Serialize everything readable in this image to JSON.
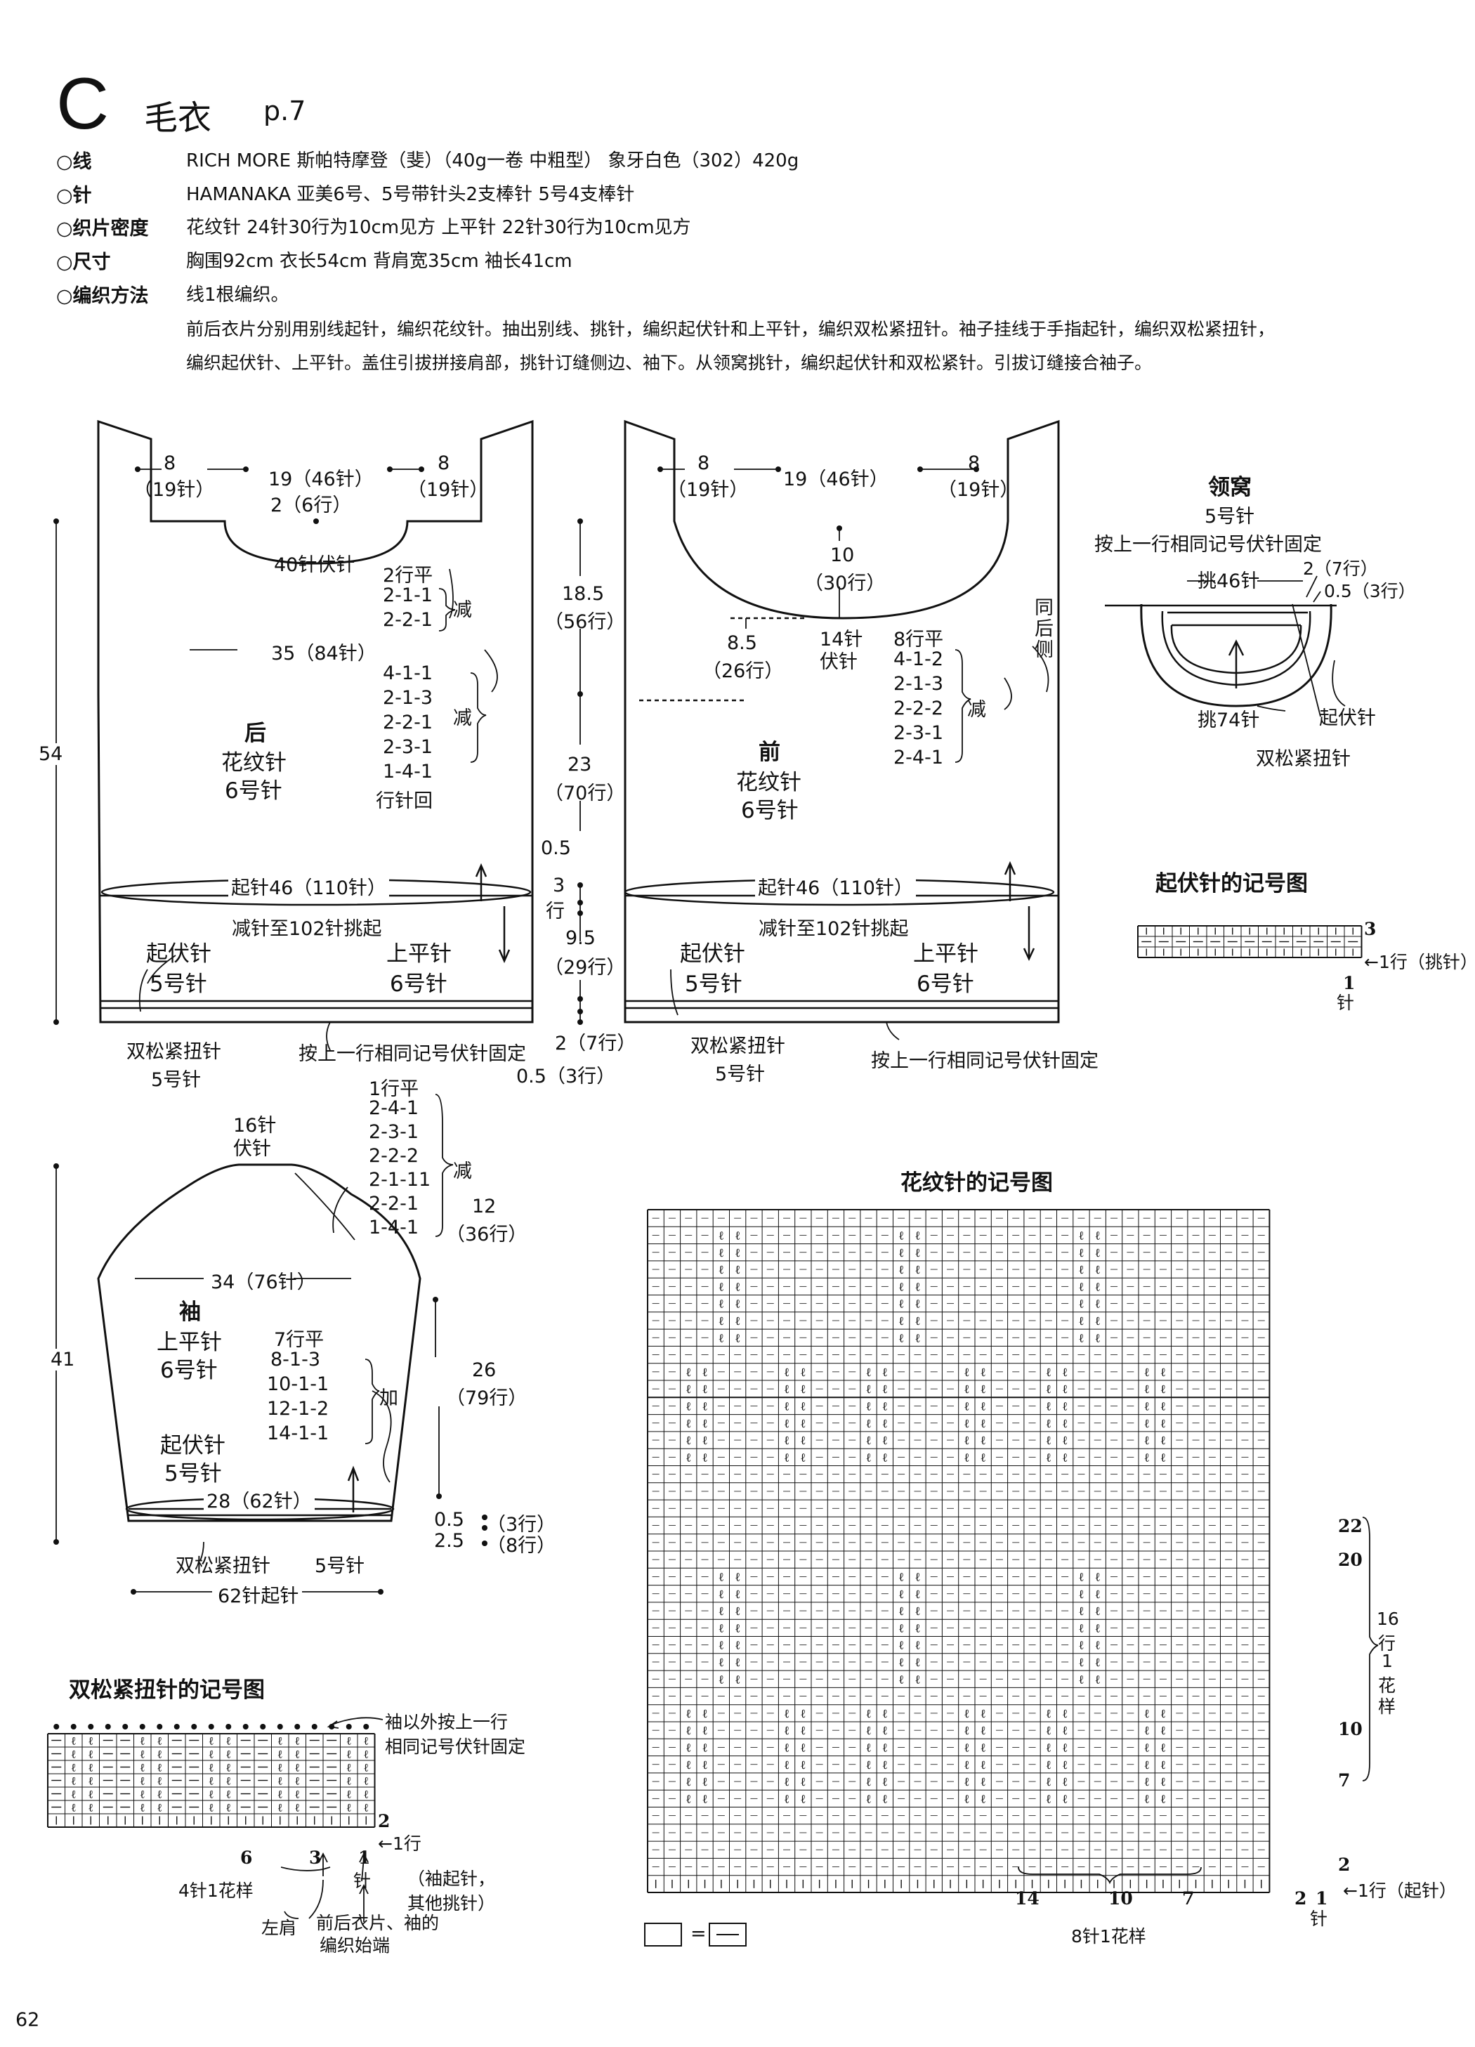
{
  "header": {
    "letter": "C",
    "title": "毛衣",
    "page_ref": "p.7"
  },
  "specs": [
    {
      "label": "○线",
      "value": "RICH MORE 斯帕特摩登（斐）（40g一卷 中粗型） 象牙白色（302）420g"
    },
    {
      "label": "○针",
      "value": "HAMANAKA 亚美6号、5号带针头2支棒针 5号4支棒针"
    },
    {
      "label": "○织片密度",
      "value": "花纹针 24针30行为10cm见方 上平针 22针30行为10cm见方"
    },
    {
      "label": "○尺寸",
      "value": "胸围92cm 衣长54cm 背肩宽35cm 袖长41cm"
    },
    {
      "label": "○编织方法",
      "value": "线1根编织。"
    }
  ],
  "method_lines": [
    "前后衣片分别用别线起针，编织花纹针。抽出别线、挑针，编织起伏针和上平针，编织双松紧扭针。袖子挂线于手指起针，编织双松紧扭针，",
    "编织起伏针、上平针。盖住引拔拼接肩部，挑针订缝侧边、袖下。从领窝挑针，编织起伏针和双松紧针。引拔订缝接合袖子。"
  ],
  "back": {
    "top_left_a": "8",
    "top_left_b": "（19针）",
    "top_mid_a": "19（46针）",
    "top_mid_b": "2（6行）",
    "top_right_a": "8",
    "top_right_b": "（19针）",
    "neck_bind": "40针伏针",
    "neck_dec": [
      "2行平",
      "2-1-1",
      "2-2-1"
    ],
    "neck_dec_word": "减",
    "width": "35（84针）",
    "arm_dec": [
      "4-1-1",
      "2-1-3",
      "2-2-1",
      "2-3-1",
      "1-4-1",
      "行针回"
    ],
    "arm_dec_word": "减",
    "name": "后",
    "stitch": "花纹针",
    "needle": "6号针",
    "height": "54",
    "cast_on": "起针46（110针）",
    "reduce": "减针至102针挑起",
    "garter": "起伏针",
    "garter_needle": "5号针",
    "purl": "上平针",
    "purl_needle": "6号针",
    "rib": "双松紧扭针",
    "rib_needle": "5号针",
    "bind_note": "按上一行相同记号伏针固定"
  },
  "mid_dims": {
    "d1": "18.5",
    "d1b": "（56行）",
    "d2": "23",
    "d2b": "（70行）",
    "d3": "0.5",
    "d4": "3",
    "d4b": "行",
    "d5": "9.5",
    "d5b": "（29行）",
    "d6": "2（7行）",
    "d7": "0.5（3行）"
  },
  "front": {
    "top_left_a": "8",
    "top_left_b": "（19针）",
    "top_mid": "19（46针）",
    "top_right_a": "8",
    "top_right_b": "（19针）",
    "neck_depth": "10",
    "neck_depth_b": "（30行）",
    "shoulder": "8.5",
    "shoulder_b": "（26行）",
    "neck_bind": "14针",
    "neck_bind_b": "伏针",
    "neck_dec": [
      "8行平",
      "4-1-2",
      "2-1-3",
      "2-2-2",
      "2-3-1",
      "2-4-1"
    ],
    "neck_dec_word": "减",
    "side_note": [
      "同",
      "后",
      "侧"
    ],
    "name": "前",
    "stitch": "花纹针",
    "needle": "6号针",
    "cast_on": "起针46（110针）",
    "reduce": "减针至102针挑起",
    "garter": "起伏针",
    "garter_needle": "5号针",
    "purl": "上平针",
    "purl_needle": "6号针",
    "rib": "双松紧扭针",
    "rib_needle": "5号针",
    "bind_note": "按上一行相同记号伏针固定"
  },
  "neckband": {
    "title": "领窝",
    "needle": "5号针",
    "note": "按上一行相同记号伏针固定",
    "pick_top": "挑46针",
    "pick_bottom": "挑74针",
    "r1": "2（7行）",
    "r2": "0.5（3行）",
    "garter": "起伏针",
    "rib": "双松紧扭针"
  },
  "garter_chart": {
    "title": "起伏针的记号图",
    "row3": "3",
    "row1": "←1行（挑针）",
    "col1": "1",
    "col1b": "针"
  },
  "sleeve": {
    "bind": "16针",
    "bind_b": "伏针",
    "cap_dec": [
      "1行平",
      "2-4-1",
      "2-3-1",
      "2-2-2",
      "2-1-11",
      "2-2-1",
      "1-4-1"
    ],
    "cap_dec_word": "减",
    "cap_h": "12",
    "cap_h_b": "（36行）",
    "width": "34（76针）",
    "height": "41",
    "name": "袖",
    "stitch": "上平针",
    "needle": "6号针",
    "inc": [
      "7行平",
      "8-1-3",
      "10-1-1",
      "12-1-2",
      "14-1-1"
    ],
    "inc_word": "加",
    "garter": "起伏针",
    "garter_needle": "5号针",
    "body_h": "26",
    "body_h_b": "（79行）",
    "cuff_w": "28（62针）",
    "r1": "0.5",
    "r1b": "（3行）",
    "r2": "2.5",
    "r2b": "（8行）",
    "rib": "双松紧扭针",
    "rib_needle": "5号针",
    "cast_on": "62针起针"
  },
  "rib_chart": {
    "title": "双松紧扭针的记号图",
    "note1": "袖以外按上一行",
    "note2": "相同记号伏针固定",
    "row2": "2",
    "row1": "←1行",
    "c6": "6",
    "c3": "3",
    "c1": "1",
    "repeat": "4针1花样",
    "first": "针",
    "first_note1": "（袖起针，",
    "first_note2": "其他挑针）",
    "left_shoulder": "左肩",
    "start1": "前后衣片、袖的",
    "start2": "编织始端"
  },
  "pattern_chart": {
    "title": "花纹针的记号图",
    "rows": [
      "22",
      "20",
      "10",
      "7",
      "2"
    ],
    "repeat_rows": [
      "16",
      "行",
      "1",
      "花",
      "样"
    ],
    "row1": "←1行（起针）",
    "cols": [
      "14",
      "10",
      "7",
      "2",
      "1"
    ],
    "col_unit": "针",
    "repeat": "8针1花样",
    "legend_eq": "="
  },
  "page_number": "62"
}
